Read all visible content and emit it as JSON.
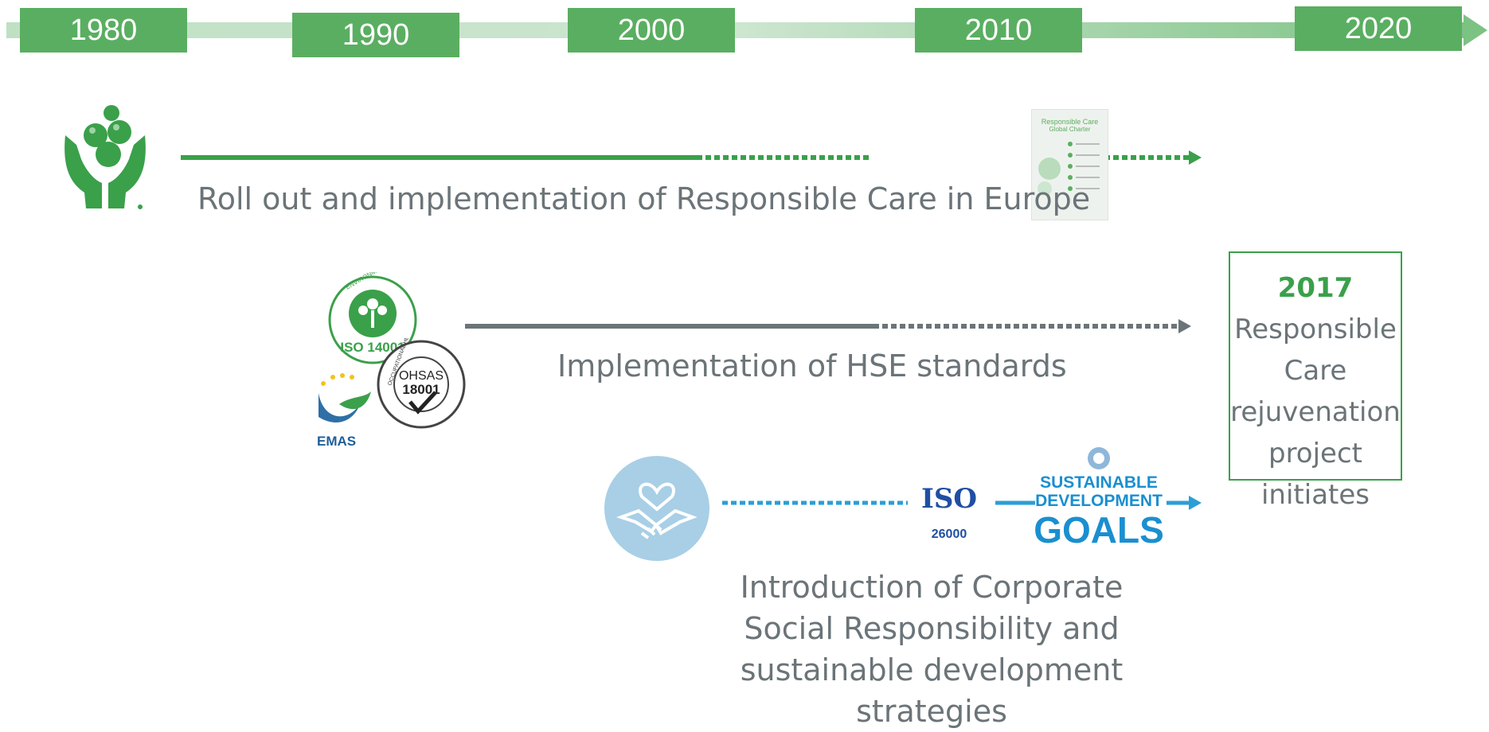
{
  "timeline": {
    "years": [
      "1980",
      "1990",
      "2000",
      "2010",
      "2020"
    ]
  },
  "streams": {
    "responsible_care": {
      "label": "Roll out and implementation of Responsible Care in Europe"
    },
    "hse": {
      "label": "Implementation of HSE standards"
    },
    "csr": {
      "label": "Introduction of Corporate Social Responsibility and sustainable development strategies"
    }
  },
  "callout": {
    "year": "2017",
    "text": "Responsible Care rejuvenation project initiates"
  },
  "logos": {
    "iso14001": "ISO 14001",
    "iso14001_ring": "ENVIRONMENTAL MANAGEMENT SYSTEM",
    "ohsas_name": "OHSAS",
    "ohsas_number": "18001",
    "ohsas_ring": "OCCUPATIONAL HEALTH & SAFETY",
    "emas": "EMAS",
    "iso26000_name": "ISO",
    "iso26000_number": "26000",
    "sdg_line1": "SUSTAINABLE",
    "sdg_line2": "DEVELOPMENT",
    "sdg_line3": "GOALS",
    "charter_title": "Responsible Care",
    "charter_subtitle": "Global Charter"
  },
  "colors": {
    "green": "#5aae61",
    "line_green": "#3aa04a",
    "gray": "#6b7478",
    "blue": "#2a9fd6",
    "light_blue": "#a8cfe6"
  }
}
